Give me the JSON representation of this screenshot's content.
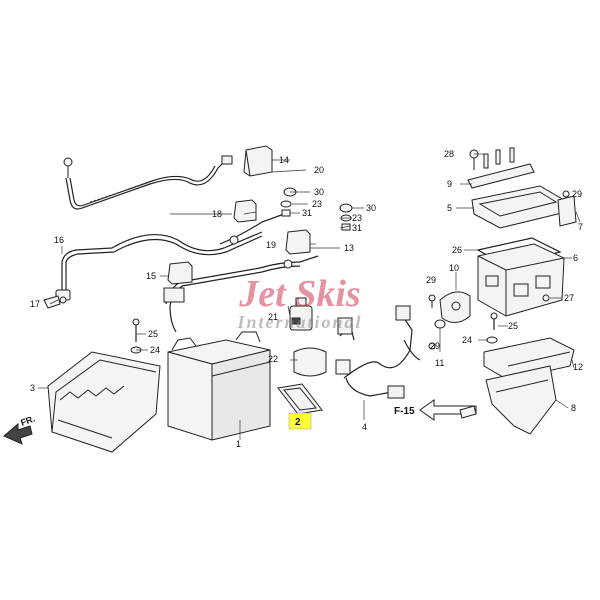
{
  "watermark": {
    "line1": "Jet Skis",
    "line2": "International",
    "color": "#c8102e"
  },
  "highlight": {
    "number": "2",
    "color": "#ffff33"
  },
  "direction": {
    "label": "FR."
  },
  "reference": {
    "label": "F-15"
  },
  "callouts": {
    "c1": "1",
    "c3": "3",
    "c4": "4",
    "c5": "5",
    "c6": "6",
    "c7": "7",
    "c8": "8",
    "c9": "9",
    "c10": "10",
    "c11": "11",
    "c12": "12",
    "c13": "13",
    "c14": "14",
    "c15": "15",
    "c16": "16",
    "c17": "17",
    "c18": "18",
    "c19": "19",
    "c20": "20",
    "c21": "21",
    "c22": "22",
    "c23a": "23",
    "c23b": "23",
    "c24a": "24",
    "c24b": "24",
    "c25a": "25",
    "c25b": "25",
    "c26": "26",
    "c27": "27",
    "c28": "28",
    "c29a": "29",
    "c29b": "29",
    "c29c": "29",
    "c30a": "30",
    "c30b": "30",
    "c31a": "31",
    "c31b": "31"
  }
}
